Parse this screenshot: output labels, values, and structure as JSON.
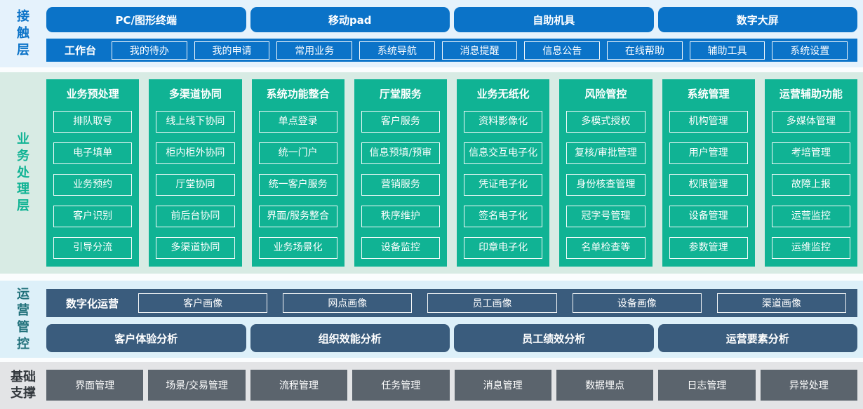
{
  "contact": {
    "label": "接触层",
    "terminals": [
      "PC/图形终端",
      "移动pad",
      "自助机具",
      "数字大屏"
    ],
    "workbench": {
      "label": "工作台",
      "items": [
        "我的待办",
        "我的申请",
        "常用业务",
        "系统导航",
        "消息提醒",
        "信息公告",
        "在线帮助",
        "辅助工具",
        "系统设置"
      ]
    }
  },
  "business": {
    "label": "业务处理层",
    "columns": [
      {
        "title": "业务预处理",
        "items": [
          "排队取号",
          "电子填单",
          "业务预约",
          "客户识别",
          "引导分流"
        ]
      },
      {
        "title": "多渠道协同",
        "items": [
          "线上线下协同",
          "柜内柜外协同",
          "厅堂协同",
          "前后台协同",
          "多渠道协同"
        ]
      },
      {
        "title": "系统功能整合",
        "items": [
          "单点登录",
          "统一门户",
          "统一客户服务",
          "界面/服务整合",
          "业务场景化"
        ]
      },
      {
        "title": "厅堂服务",
        "items": [
          "客户服务",
          "信息预填/预审",
          "营销服务",
          "秩序维护",
          "设备监控"
        ]
      },
      {
        "title": "业务无纸化",
        "items": [
          "资料影像化",
          "信息交互电子化",
          "凭证电子化",
          "签名电子化",
          "印章电子化"
        ]
      },
      {
        "title": "风险管控",
        "items": [
          "多模式授权",
          "复核/审批管理",
          "身份核查管理",
          "冠字号管理",
          "名单检查等"
        ]
      },
      {
        "title": "系统管理",
        "items": [
          "机构管理",
          "用户管理",
          "权限管理",
          "设备管理",
          "参数管理"
        ]
      },
      {
        "title": "运营辅助功能",
        "items": [
          "多媒体管理",
          "考培管理",
          "故障上报",
          "运营监控",
          "运维监控"
        ]
      }
    ]
  },
  "operations": {
    "label": "运营管控",
    "digital": {
      "label": "数字化运营",
      "items": [
        "客户画像",
        "网点画像",
        "员工画像",
        "设备画像",
        "渠道画像"
      ]
    },
    "analysis": [
      "客户体验分析",
      "组织效能分析",
      "员工绩效分析",
      "运营要素分析"
    ]
  },
  "foundation": {
    "label": "基础支撑",
    "items": [
      "界面管理",
      "场景/交易管理",
      "流程管理",
      "任务管理",
      "消息管理",
      "数据埋点",
      "日志管理",
      "异常处理"
    ]
  },
  "colors": {
    "accent_blue": "#0b73c8",
    "accent_teal": "#10b394",
    "accent_slate": "#3a5c7d",
    "accent_gray": "#5b646d"
  }
}
